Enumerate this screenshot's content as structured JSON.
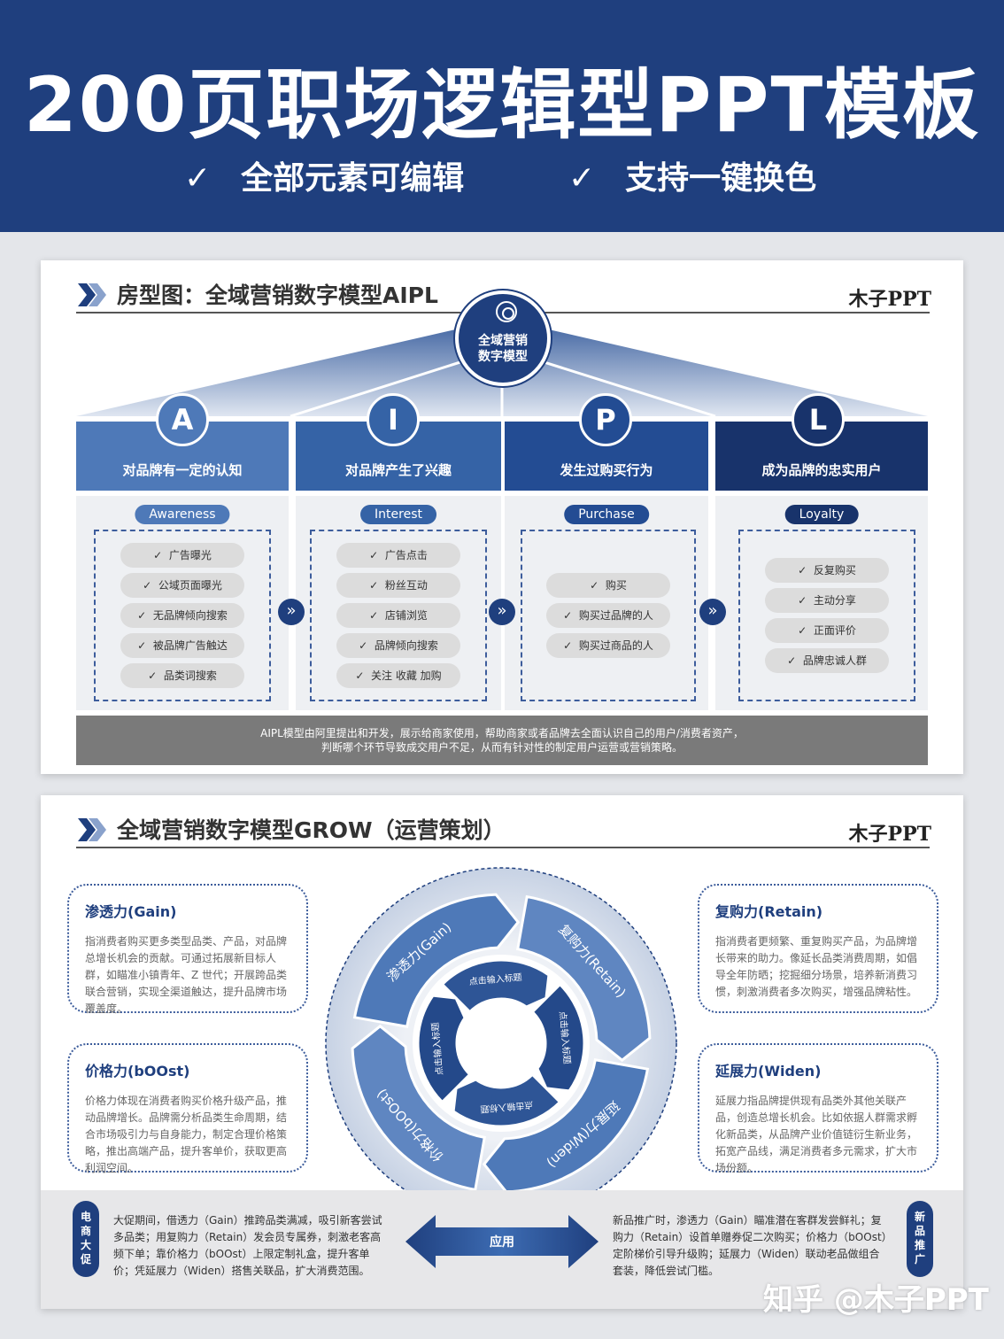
{
  "banner": {
    "title": "200页职场逻辑型PPT模板",
    "features": [
      {
        "check": "✓",
        "text": "全部元素可编辑"
      },
      {
        "check": "✓",
        "text": "支持一键换色"
      }
    ]
  },
  "aipl": {
    "title": "房型图：全域营销数字模型AIPL",
    "logo": "木子PPT",
    "center": {
      "line1": "全域营销",
      "line2": "数字模型"
    },
    "stages": [
      {
        "letter": "A",
        "header": "对品牌有一定的认知",
        "tag": "Awareness",
        "color": "#4e79b8",
        "items": [
          "广告曝光",
          "公域页面曝光",
          "无品牌倾向搜索",
          "被品牌广告触达",
          "品类词搜索"
        ]
      },
      {
        "letter": "I",
        "header": "对品牌产生了兴趣",
        "tag": "Interest",
        "color": "#3563a6",
        "items": [
          "广告点击",
          "粉丝互动",
          "店铺浏览",
          "品牌倾向搜索",
          "关注 收藏 加购"
        ]
      },
      {
        "letter": "P",
        "header": "发生过购买行为",
        "tag": "Purchase",
        "color": "#234c93",
        "items": [
          "购买",
          "购买过品牌的人",
          "购买过商品的人"
        ]
      },
      {
        "letter": "L",
        "header": "成为品牌的忠实用户",
        "tag": "Loyalty",
        "color": "#18336b",
        "items": [
          "反复购买",
          "主动分享",
          "正面评价",
          "品牌忠诚人群"
        ]
      }
    ],
    "check": "✓",
    "arrow": "»",
    "footer": {
      "line1": "AIPL模型由阿里提出和开发，展示给商家使用，帮助商家或者品牌去全面认识自己的用户/消费者资产，",
      "line2": "判断哪个环节导致成交用户不足，从而有针对性的制定用户运营或营销策略。"
    }
  },
  "grow": {
    "title": "全域营销数字模型GROW（运营策划）",
    "logo": "木子PPT",
    "boxes": {
      "gain": {
        "title": "渗透力(Gain)",
        "text": "指消费者购买更多类型品类、产品，对品牌总增长机会的贡献。可通过拓展新目标人群，如瞄准小镇青年、Z 世代；开展跨品类联合营销，实现全渠道触达，提升品牌市场覆盖度。"
      },
      "retain": {
        "title": "复购力(Retain)",
        "text": "指消费者更频繁、重复购买产品，为品牌增长带来的助力。像延长品类消费周期，如倡导全年防晒；挖掘细分场景，培养新消费习惯，刺激消费者多次购买，增强品牌粘性。"
      },
      "boost": {
        "title": "价格力(bOOst)",
        "text": "价格力体现在消费者购买价格升级产品，推动品牌增长。品牌需分析品类生命周期，结合市场吸引力与自身能力，制定合理价格策略，推出高端产品，提升客单价，获取更高利润空间。"
      },
      "widen": {
        "title": "延展力(Widen)",
        "text": "延展力指品牌提供现有品类外其他关联产品，创造总增长机会。比如依据人群需求孵化新品类，从品牌产业价值链衍生新业务，拓宽产品线，满足消费者多元需求，扩大市场份额。"
      }
    },
    "wheel": {
      "outer": [
        "渗透力(Gain)",
        "复购力(Retain)",
        "延展力(Widen)",
        "价格力(bOOst)"
      ],
      "inner": [
        "点击输入标题",
        "点击输入标题",
        "点击输入标题",
        "点击输入标题"
      ]
    },
    "bottom": {
      "left_tag": "电商大促",
      "left_text": "大促期间，借透力（Gain）推跨品类满减，吸引新客尝试多品类；用复购力（Retain）发会员专属券，刺激老客高频下单；靠价格力（bOOst）上限定制礼盒，提升客单价；凭延展力（Widen）搭售关联品，扩大消费范围。",
      "center_label": "应用",
      "right_text": "新品推广时，渗透力（Gain）瞄准潜在客群发尝鲜礼；复购力（Retain）设首单赠券促二次购买；价格力（bOOst）定阶梯价引导升级购；延展力（Widen）联动老品做组合套装，降低尝试门槛。",
      "right_tag": "新品推广"
    }
  },
  "watermark": "知乎 @木子PPT",
  "colors": {
    "navy": "#1f3f7e",
    "mid": "#3563a6",
    "light": "#4e79b8",
    "grey": "#7a7a7a"
  }
}
